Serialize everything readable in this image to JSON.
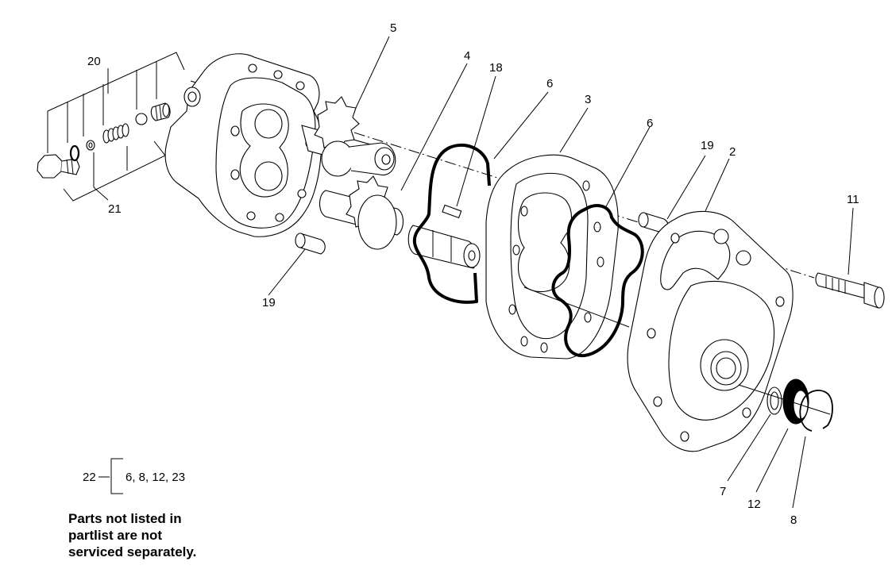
{
  "callouts": {
    "c2": "2",
    "c3": "3",
    "c4": "4",
    "c5": "5",
    "c6a": "6",
    "c6b": "6",
    "c7": "7",
    "c8": "8",
    "c11": "11",
    "c12": "12",
    "c18": "18",
    "c19a": "19",
    "c19b": "19",
    "c20": "20",
    "c21": "21"
  },
  "kit": {
    "number": "22",
    "parts": "6, 8, 12, 23"
  },
  "note": {
    "line1": "Parts not listed in",
    "line2": "partlist are not",
    "line3": "serviced separately."
  }
}
